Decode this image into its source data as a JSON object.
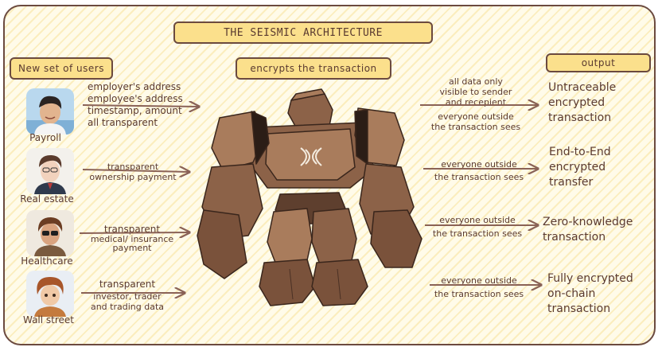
{
  "title": "THE SEISMIC ARCHITECTURE",
  "headers": {
    "users": "New set of users",
    "encrypt": "encrypts the transaction",
    "output": "output"
  },
  "users": [
    {
      "label": "Payroll",
      "icon": "payroll-avatar-icon",
      "notes": [
        "employer's address",
        "employee's address",
        "timestamp, amount",
        "all transparent"
      ]
    },
    {
      "label": "Real estate",
      "icon": "real-estate-avatar-icon",
      "notes": [
        "transparent",
        "ownership payment"
      ]
    },
    {
      "label": "Healthcare",
      "icon": "healthcare-avatar-icon",
      "notes": [
        "transparent",
        "medical/ insurance",
        "payment"
      ]
    },
    {
      "label": "Wall street",
      "icon": "wall-street-avatar-icon",
      "notes": [
        "transparent",
        "investor, trader",
        "and trading data"
      ]
    }
  ],
  "flows": [
    {
      "notes": [
        "all data only",
        "visible to sender",
        "and recepient",
        "everyone outside",
        "the transaction sees"
      ],
      "output": [
        "Untraceable",
        "encrypted",
        "transaction"
      ]
    },
    {
      "notes": [
        "everyone outside",
        "the transaction sees"
      ],
      "output": [
        "End-to-End",
        "encrypted",
        "transfer"
      ]
    },
    {
      "notes": [
        "everyone outside",
        "the transaction sees"
      ],
      "output": [
        "Zero-knowledge",
        "transaction"
      ]
    },
    {
      "notes": [
        "everyone outside",
        "the transaction sees"
      ],
      "output": [
        "Fully encrypted",
        "on-chain",
        "transaction"
      ]
    }
  ],
  "central_figure": "golem-robot-icon",
  "colors": {
    "tag_fill": "#fbe08c",
    "ink": "#5a3a30",
    "arrow": "#8a6256",
    "golem_light": "#a97c5c",
    "golem_dark": "#5e3f2e"
  }
}
